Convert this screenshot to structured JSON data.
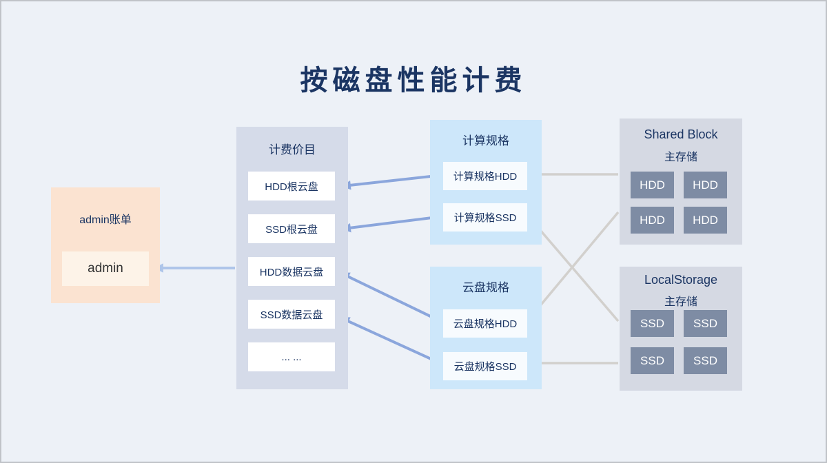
{
  "title": "按磁盘性能计费",
  "colors": {
    "background": "#edf1f7",
    "frame_border": "#c0c3c8",
    "title_text": "#1b3563",
    "admin_box_bg": "#fbe3d1",
    "admin_item_bg": "#fdf3e8",
    "admin_item_text": "#333333",
    "price_box_bg": "#d5dbe9",
    "price_item_bg": "#ffffff",
    "spec_box_bg": "#cde7fa",
    "spec_item_bg": "#f7fbfe",
    "storage_box_bg": "#d5d9e3",
    "storage_chip_bg": "#7e8ca4",
    "storage_chip_text": "#ffffff",
    "arrow_blue": "#8ba6dc",
    "arrow_light_blue": "#aec5e9",
    "arrow_gray": "#d2d0cd"
  },
  "admin_bill": {
    "title": "admin账单",
    "item": "admin"
  },
  "price_list": {
    "title": "计费价目",
    "items": [
      "HDD根云盘",
      "SSD根云盘",
      "HDD数据云盘",
      "SSD数据云盘",
      "... ..."
    ]
  },
  "compute_spec": {
    "title": "计算规格",
    "items": [
      "计算规格HDD",
      "计算规格SSD"
    ]
  },
  "disk_spec": {
    "title": "云盘规格",
    "items": [
      "云盘规格HDD",
      "云盘规格SSD"
    ]
  },
  "shared_block": {
    "title_line1": "Shared Block",
    "title_line2": "主存储",
    "chips": [
      "HDD",
      "HDD",
      "HDD",
      "HDD"
    ]
  },
  "local_storage": {
    "title_line1": "LocalStorage",
    "title_line2": "主存储",
    "chips": [
      "SSD",
      "SSD",
      "SSD",
      "SSD"
    ]
  }
}
